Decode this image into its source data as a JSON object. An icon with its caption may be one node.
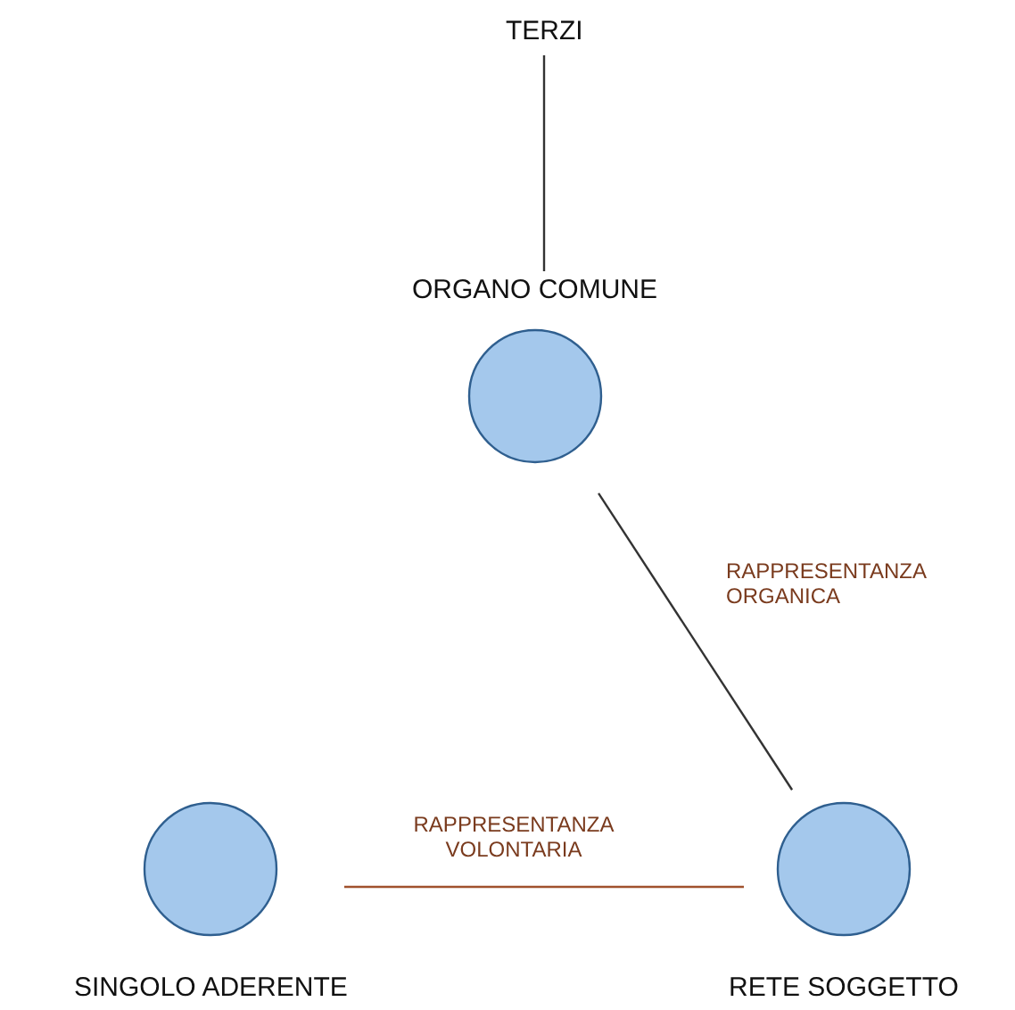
{
  "diagram": {
    "nodes": [
      {
        "text": [
          "TERZI"
        ]
      },
      {
        "text": [
          "ORGANO COMUNE"
        ]
      },
      {
        "text": [
          "SINGOLO ADERENTE"
        ]
      },
      {
        "text": [
          "RETE SOGGETTO"
        ]
      }
    ],
    "edges": [
      {
        "from": 0,
        "to": 1,
        "arrow": "none"
      },
      {
        "from": 1,
        "to": 3,
        "arrow": "none",
        "label": "RAPPRESENTANZA ORGANICA"
      },
      {
        "from": 2,
        "to": 3,
        "arrow": "none",
        "label": "RAPPRESENTANZA VOLONTARIA",
        "color": "#a0522d"
      }
    ]
  }
}
